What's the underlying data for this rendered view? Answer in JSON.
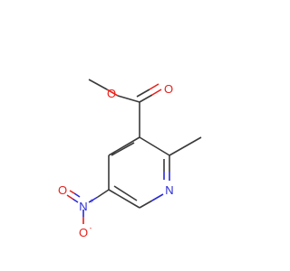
{
  "atoms": {
    "ester_o_single": "O",
    "ester_o_double": "O",
    "ring_n": "N",
    "nitro_n": "N",
    "nitro_n_charge": "+",
    "nitro_o_double": "O",
    "nitro_o_minus": "O",
    "nitro_o_charge": "-"
  },
  "colors": {
    "bond": "#3a3a3a",
    "oxygen": "#e8201a",
    "nitrogen": "#2a2ad8"
  }
}
